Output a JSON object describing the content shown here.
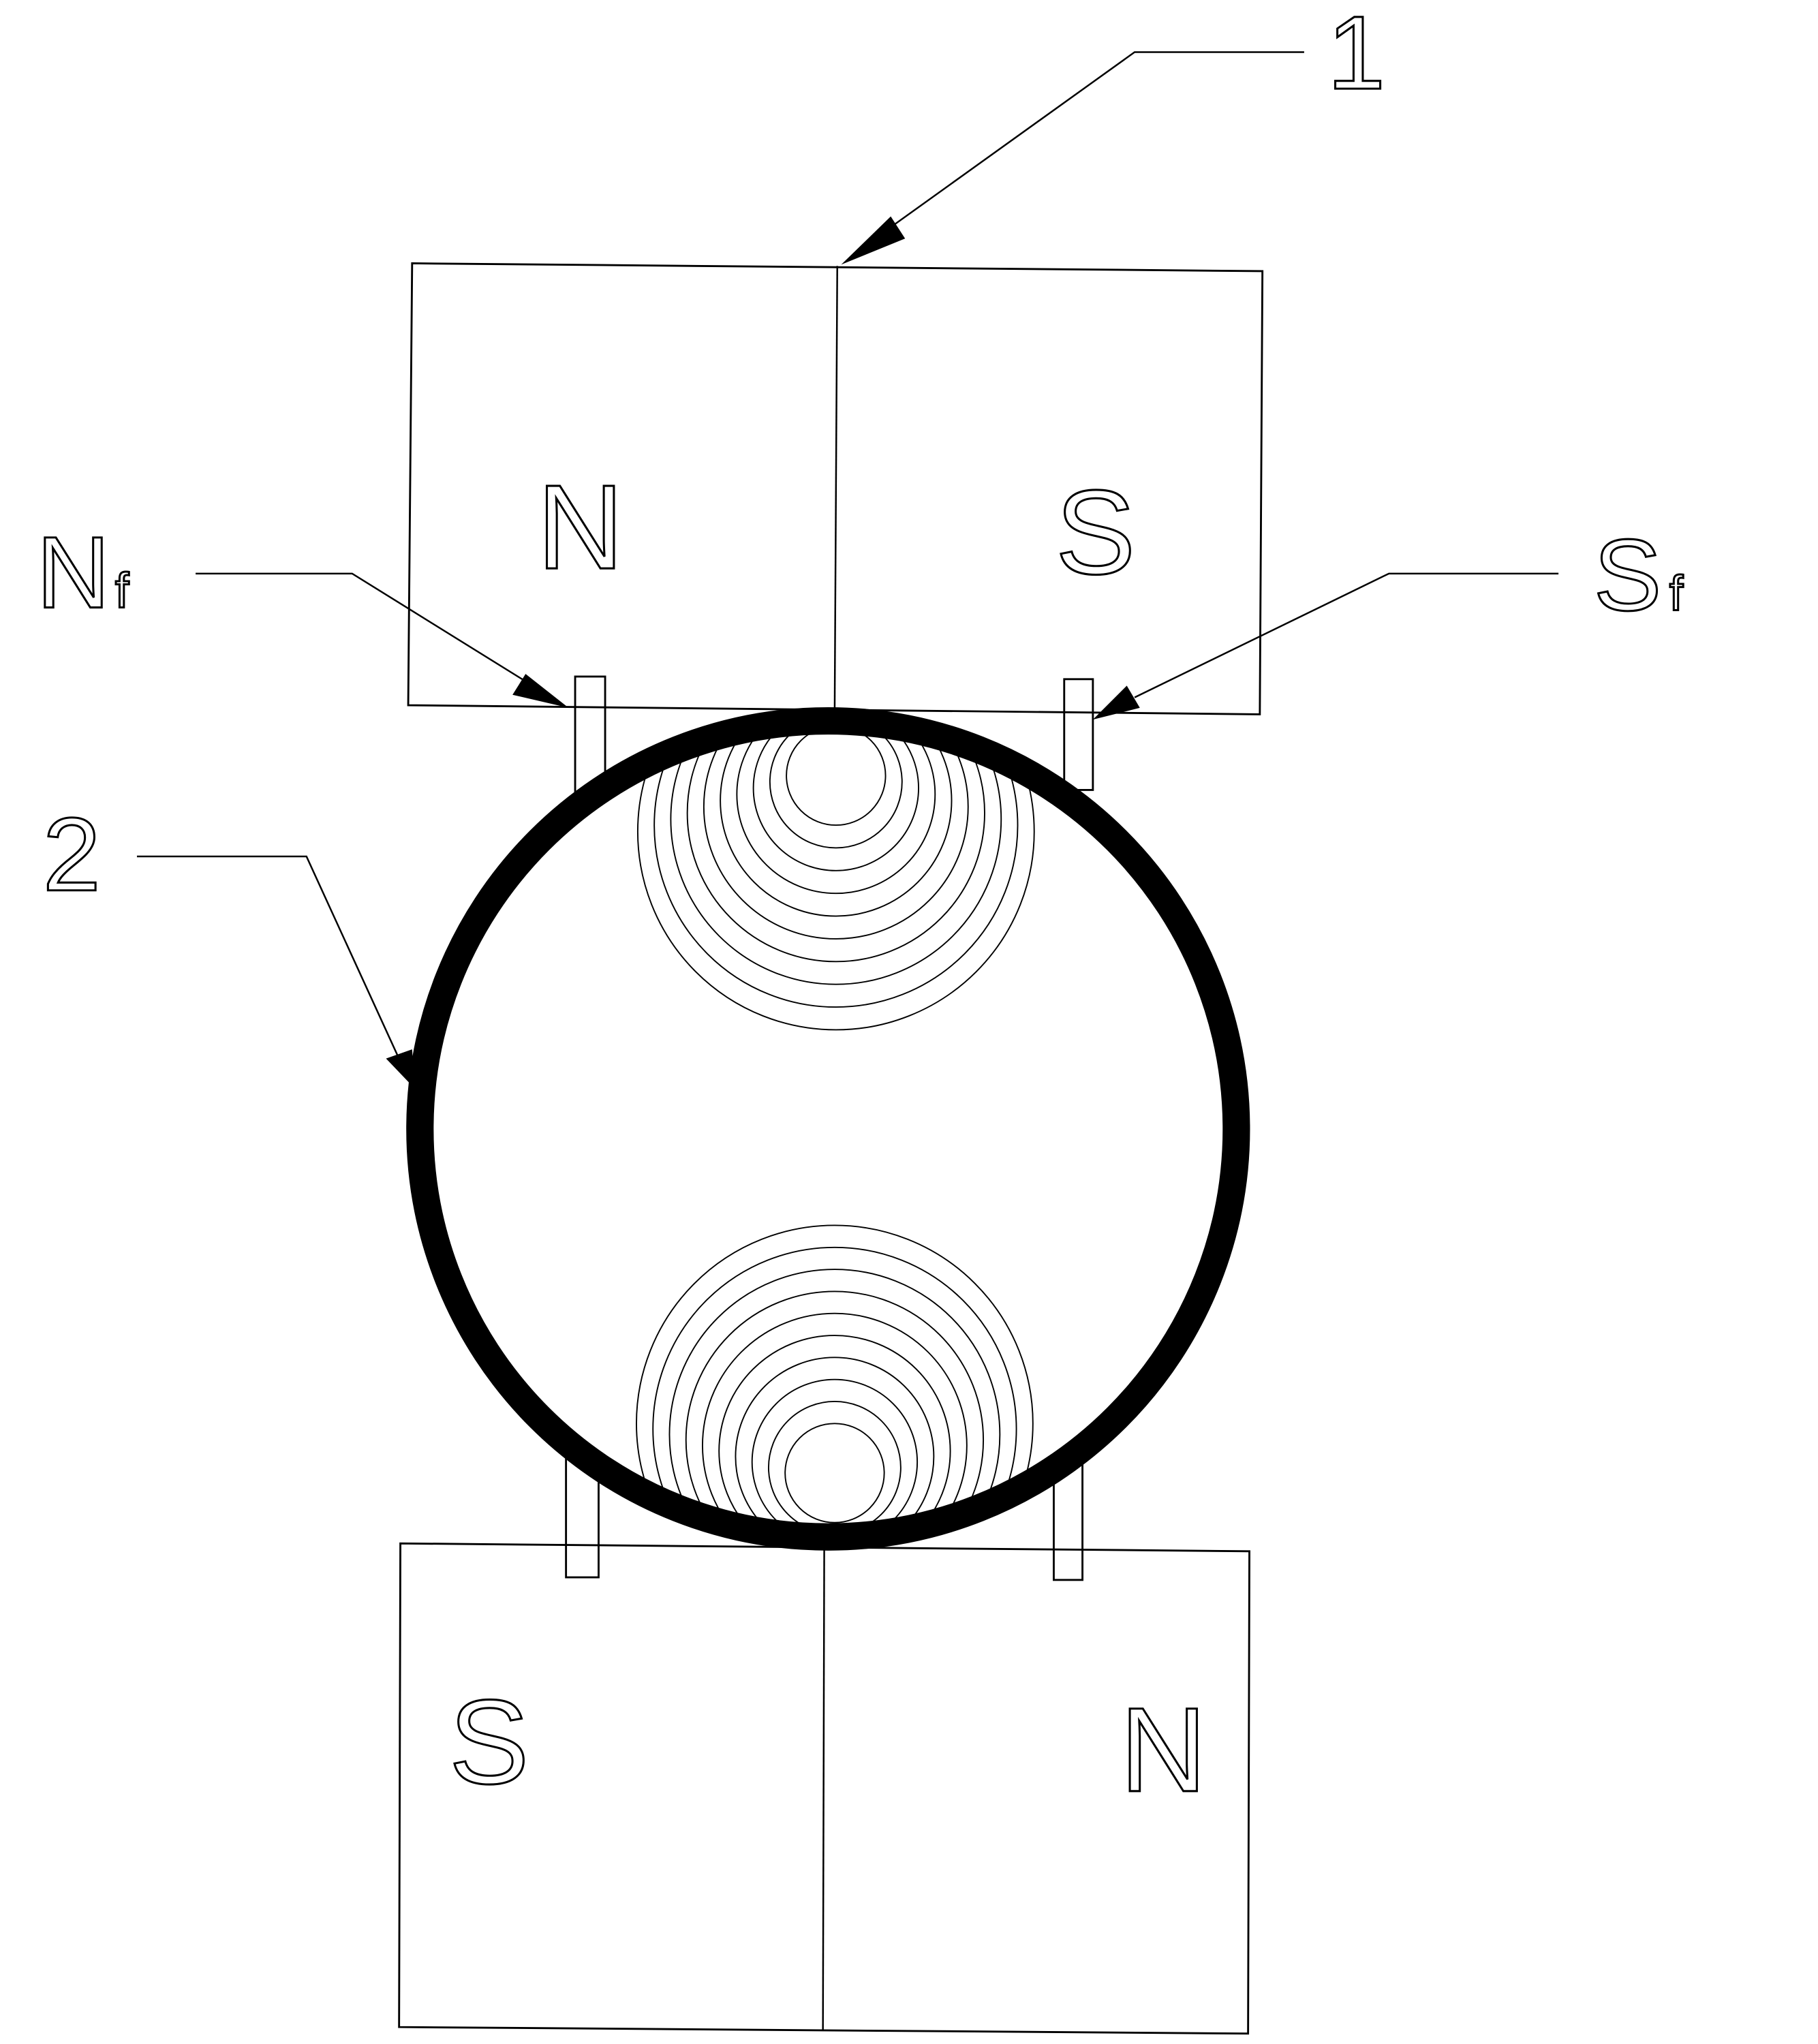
{
  "labels": {
    "magnet_ref": "1",
    "ring_ref": "2",
    "nf": "N",
    "nf_sub": "f",
    "sf": "S",
    "sf_sub": "f"
  },
  "top_magnet": {
    "left_pole": "N",
    "right_pole": "S"
  },
  "bottom_magnet": {
    "left_pole": "S",
    "right_pole": "N"
  },
  "colors": {
    "line": "#000000",
    "background": "#ffffff"
  },
  "field_lines_count": 10
}
